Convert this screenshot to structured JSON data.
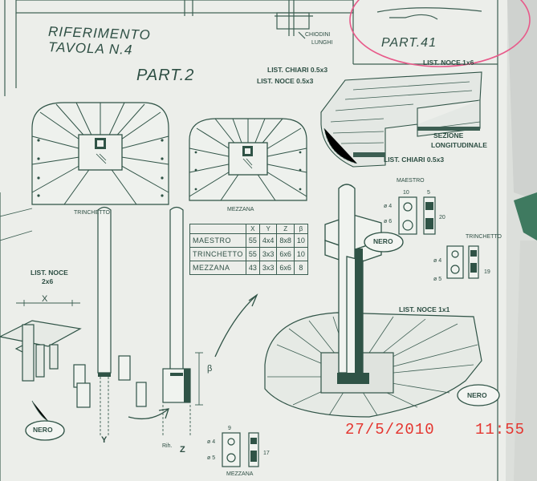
{
  "sheet": {
    "title_line1": "RIFERIMENTO",
    "title_line2": "TAVOLA N.4",
    "part2_title": "PART.2",
    "part41_title": "PART.41",
    "chiodini_line1": "CHIODINI",
    "chiodini_line2": "LUNGHI",
    "list_noce_1x6": "LIST. NOCE 1x6",
    "list_chiari_top": "LIST. CHIARI 0.5x3",
    "list_noce_05": "LIST. NOCE 0.5x3",
    "sezione_line1": "SEZIONE",
    "sezione_line2": "LONGITUDINALE",
    "list_chiari_bottom": "LIST. CHIARI 0.5x3",
    "trinchetto_label": "TRINCHETTO",
    "mezzana_label": "MEZZANA",
    "list_noce_2x6_line1": "LIST. NOCE",
    "list_noce_2x6_line2": "2x6",
    "x_label": "X",
    "nero_left": "NERO",
    "y_label": "Y",
    "z_label": "Z",
    "beta_label": "β",
    "nero_mid": "NERO",
    "list_noce_1x1": "LIST. NOCE 1x1",
    "nero_right": "NERO",
    "maestro_label": "MAESTRO",
    "trinchetto_detail": "TRINCHETTO",
    "mezzana_detail": "MEZZANA",
    "dim_10": "10",
    "dim_5": "5",
    "dim_20": "20",
    "dim_19": "19",
    "dim_9": "9",
    "dim_17": "17",
    "phi4": "ø 4",
    "phi6": "ø 6",
    "phi5": "ø 5",
    "signature": "Rih."
  },
  "spec_table": {
    "headers": [
      "",
      "X",
      "Y",
      "Z",
      "β"
    ],
    "rows": [
      [
        "MAESTRO",
        "55",
        "4x4",
        "8x8",
        "10"
      ],
      [
        "TRINCHETTO",
        "55",
        "3x3",
        "6x6",
        "10"
      ],
      [
        "MEZZANA",
        "43",
        "3x3",
        "6x6",
        "8"
      ]
    ]
  },
  "timestamp": {
    "date": "27/5/2010",
    "time": "11:55"
  },
  "colors": {
    "ink": "#2e4f44",
    "paper": "#eceeea",
    "stamp": "#e4352f",
    "circle_mark": "#e85a8a"
  }
}
